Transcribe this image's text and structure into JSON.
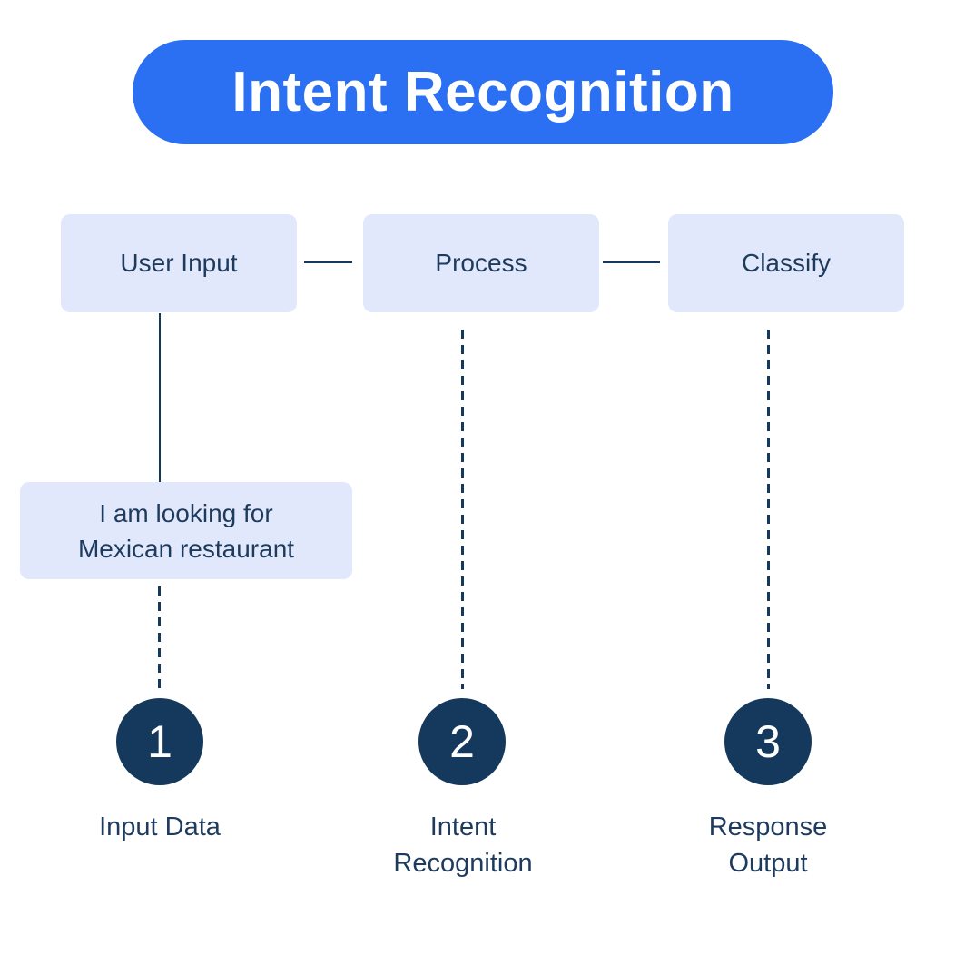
{
  "header": {
    "title": "Intent Recognition"
  },
  "colors": {
    "accent_blue": "#2B6FF2",
    "node_background": "#E2E8FC",
    "navy": "#15395C",
    "text_navy": "#1E3B5E",
    "title_text": "#FFFFFF",
    "background": "#FFFFFF"
  },
  "flow": {
    "nodes": [
      {
        "label": "User Input"
      },
      {
        "label": "Process"
      },
      {
        "label": "Classify"
      }
    ]
  },
  "example": {
    "text": "I am looking for\nMexican restaurant"
  },
  "steps": [
    {
      "number": "1",
      "label": "Input Data"
    },
    {
      "number": "2",
      "label": "Intent\nRecognition"
    },
    {
      "number": "3",
      "label": "Response\nOutput"
    }
  ]
}
